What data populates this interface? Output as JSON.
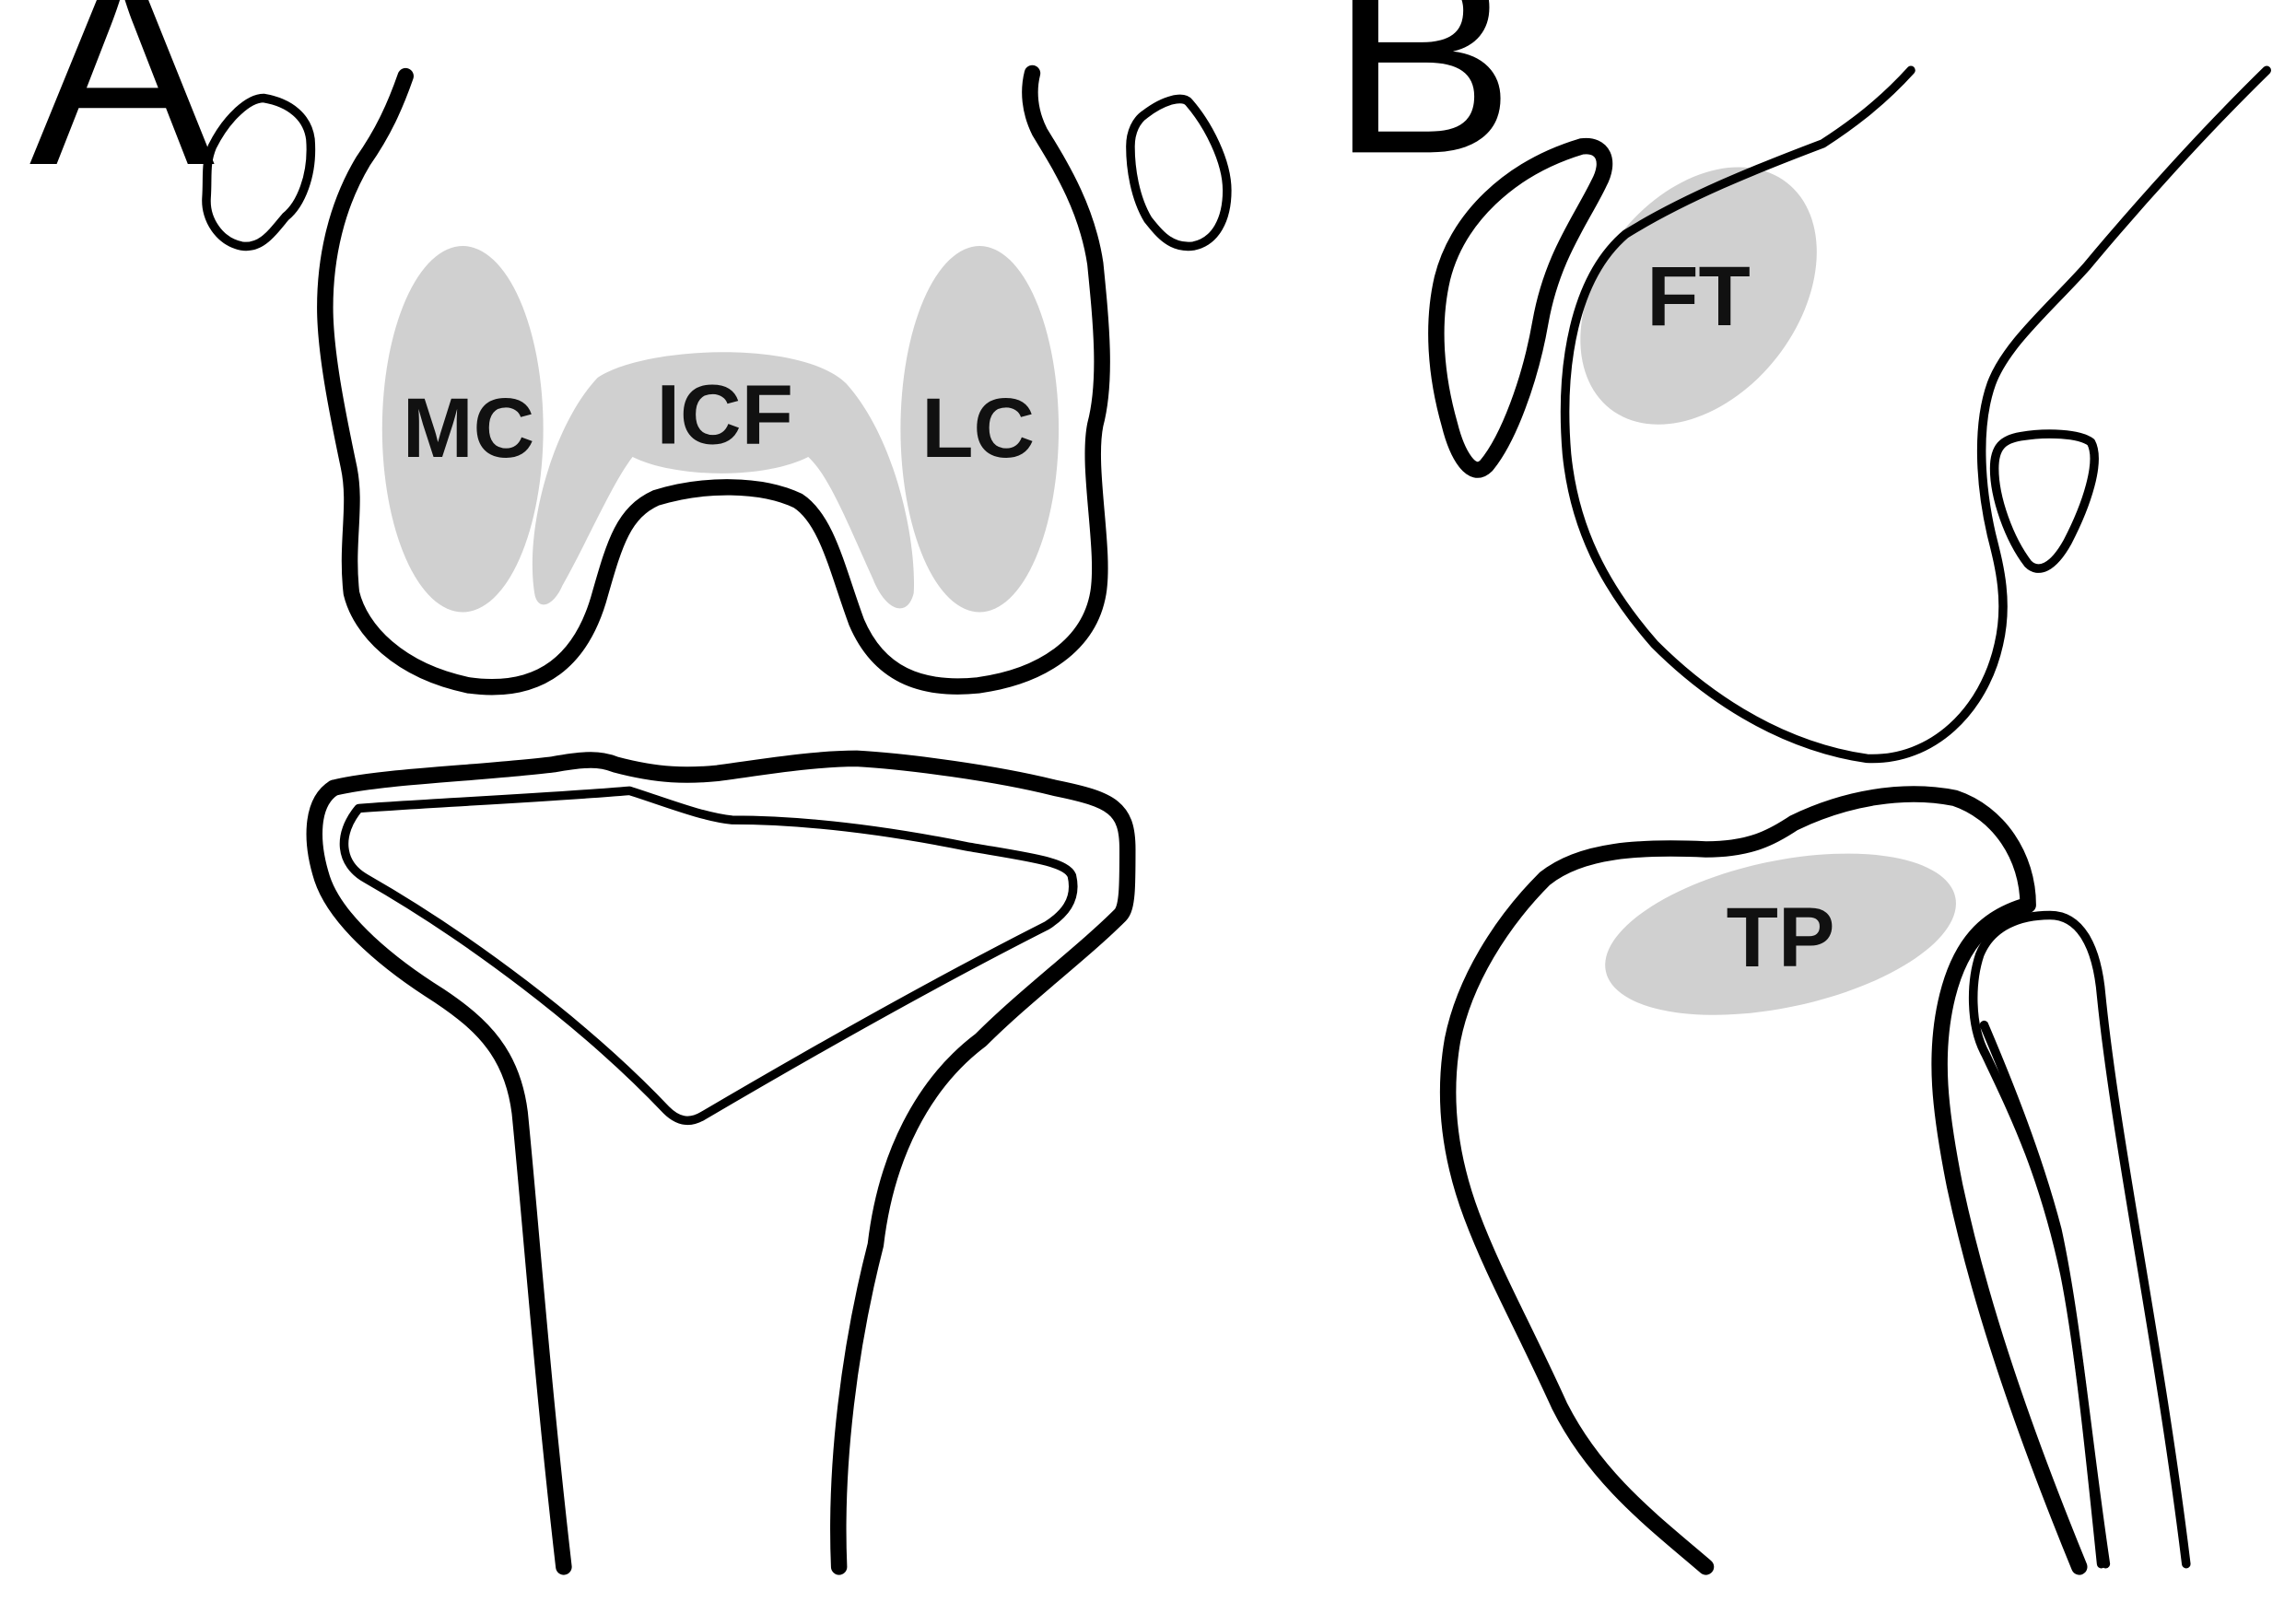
{
  "panels": [
    {
      "letter": "A",
      "regions": [
        {
          "label": "MC"
        },
        {
          "label": "ICF"
        },
        {
          "label": "LC"
        }
      ]
    },
    {
      "letter": "B",
      "regions": [
        {
          "label": "FT"
        },
        {
          "label": "TP"
        }
      ]
    }
  ],
  "colors": {
    "outline": "#000000",
    "region_fill": "#d0d0d0",
    "background": "#ffffff"
  }
}
